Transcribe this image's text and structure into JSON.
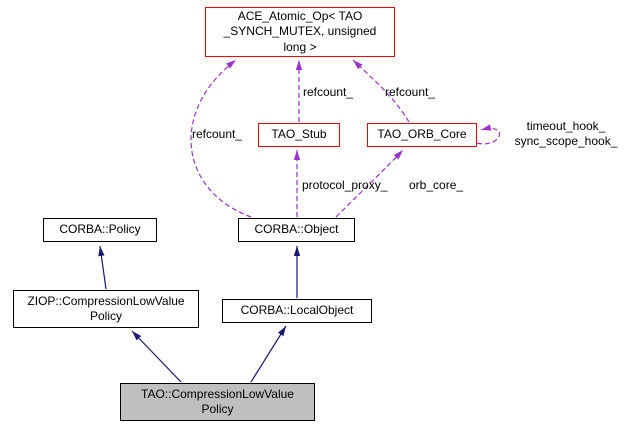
{
  "diagram": {
    "kind": "doxygen-collaboration-graph",
    "nodes": {
      "ace_atomic_op": {
        "label": "ACE_Atomic_Op< TAO\n_SYNCH_MUTEX, unsigned\nlong >",
        "border": "#ff0000"
      },
      "tao_stub": {
        "label": "TAO_Stub",
        "border": "#ff0000"
      },
      "tao_orb_core": {
        "label": "TAO_ORB_Core",
        "border": "#ff0000"
      },
      "corba_policy": {
        "label": "CORBA::Policy",
        "border": "#000000"
      },
      "corba_object": {
        "label": "CORBA::Object",
        "border": "#000000"
      },
      "ziop_compression_low_value_policy": {
        "label": "ZIOP::CompressionLowValue\nPolicy",
        "border": "#000000"
      },
      "corba_local_object": {
        "label": "CORBA::LocalObject",
        "border": "#000000"
      },
      "tao_compression_low_value_policy": {
        "label": "TAO::CompressionLowValue\nPolicy",
        "border": "#000000",
        "fill": "#bfbfbf"
      }
    },
    "edge_labels": {
      "refcount_object": "refcount_",
      "refcount_stub": "refcount_",
      "refcount_orb_core": "refcount_",
      "protocol_proxy": "protocol_proxy_",
      "orb_core": "orb_core_",
      "orb_core_self": "timeout_hook_\nsync_scope_hook_"
    },
    "colors": {
      "inheritance_edge": "#191970",
      "usage_edge": "#9a32cd",
      "highlight_border": "#ff0000",
      "current_node_fill": "#bfbfbf",
      "background": "#ffffff"
    }
  }
}
